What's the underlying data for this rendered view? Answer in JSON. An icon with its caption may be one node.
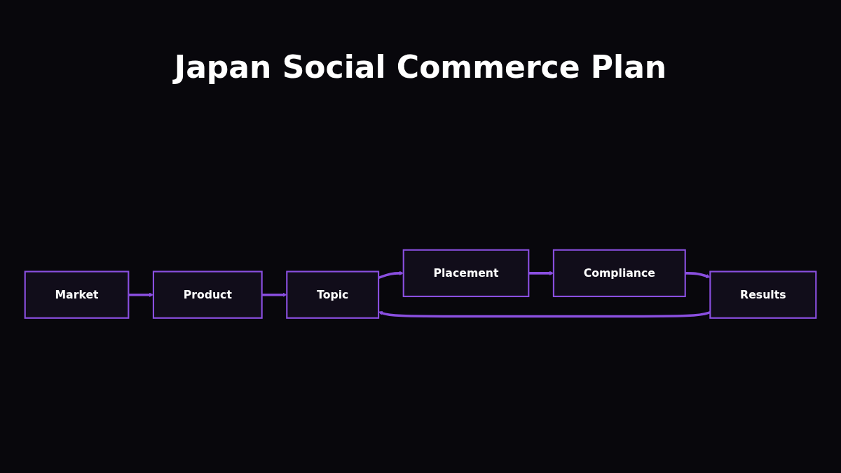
{
  "diagram": {
    "title": "Japan Social Commerce Plan",
    "nodes": [
      {
        "text": [
          "Market"
        ]
      },
      {
        "text": [
          "Product"
        ]
      },
      {
        "text": [
          "Topic"
        ]
      },
      {
        "text": [
          "Placement"
        ]
      },
      {
        "text": [
          "Compliance"
        ]
      },
      {
        "text": [
          "Results"
        ]
      }
    ],
    "edges": [
      {
        "from": 0,
        "to": 1,
        "arrow": "to"
      },
      {
        "from": 1,
        "to": 2,
        "arrow": "to"
      },
      {
        "from": 2,
        "to": 3,
        "arrow": "to"
      },
      {
        "from": 3,
        "to": 4,
        "arrow": "to"
      },
      {
        "from": 4,
        "to": 5,
        "arrow": "to"
      },
      {
        "from": 5,
        "to": 2,
        "arrow": "to"
      }
    ]
  }
}
